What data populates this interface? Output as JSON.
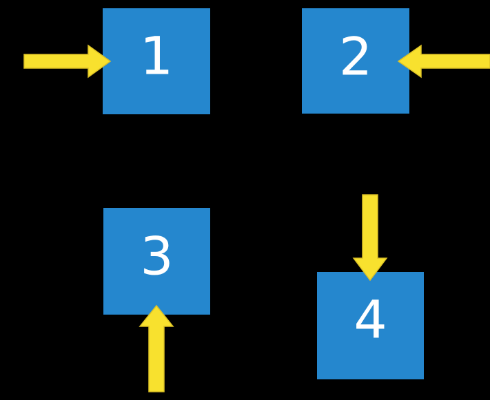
{
  "colors": {
    "background": "#000000",
    "square": "#2587CE",
    "arrow": "#F8E12E",
    "arrow_outline": "#DDC226",
    "number": "#FFFFFF"
  },
  "boxes": [
    {
      "label": "1",
      "arrow_direction": "right"
    },
    {
      "label": "2",
      "arrow_direction": "left"
    },
    {
      "label": "3",
      "arrow_direction": "up"
    },
    {
      "label": "4",
      "arrow_direction": "down"
    }
  ]
}
